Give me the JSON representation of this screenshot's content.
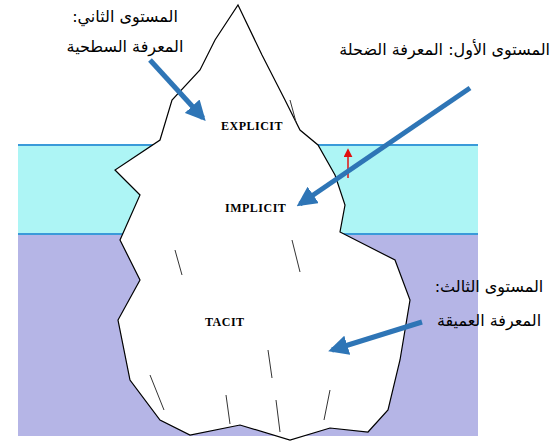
{
  "diagram": {
    "labels": [
      "المستوى الثاني: المعرفة السطحية",
      "المستوى الأول: المعرفة الضحلة",
      "EXPLICIT",
      "IMPLICIT",
      "TACIT",
      "المستوى الثالث: المعرفة العميقة"
    ]
  }
}
